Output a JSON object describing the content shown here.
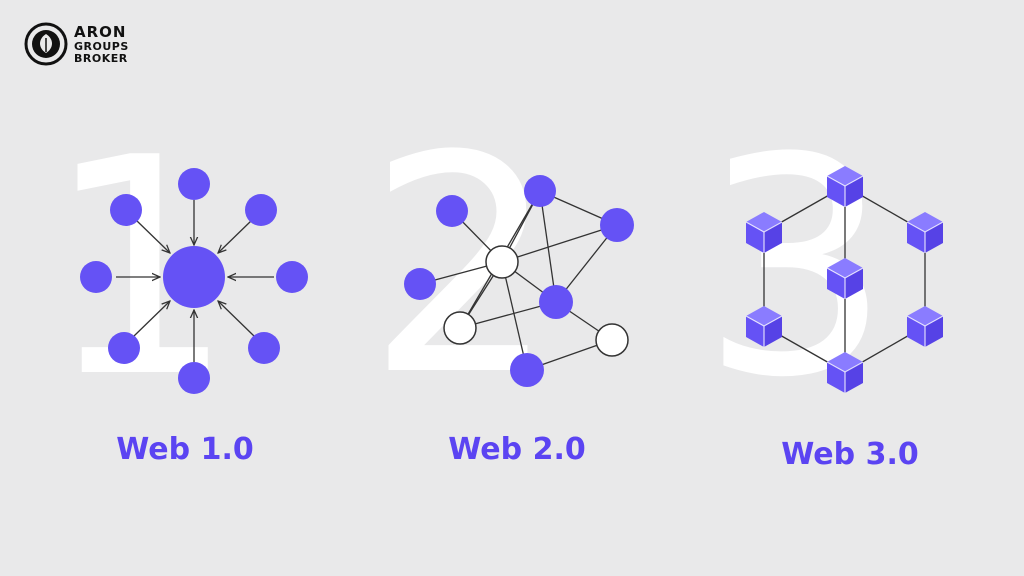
{
  "brand": {
    "line1": "ARON",
    "line2": "GROUPS",
    "line3": "BROKER"
  },
  "colors": {
    "accent": "#6552f5",
    "background": "#e9e9ea",
    "digit": "#ffffff",
    "edge": "#333333"
  },
  "panels": [
    {
      "digit": "1",
      "caption": "Web 1.0"
    },
    {
      "digit": "2",
      "caption": "Web 2.0"
    },
    {
      "digit": "3",
      "caption": "Web 3.0"
    }
  ]
}
